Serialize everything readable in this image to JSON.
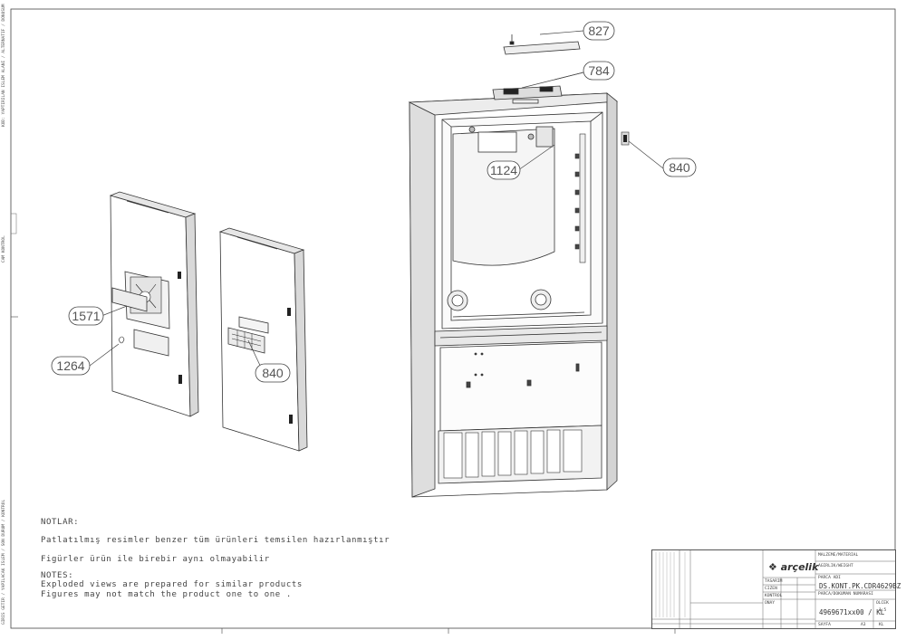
{
  "callouts": {
    "c827": "827",
    "c784": "784",
    "c1124": "1124",
    "c840a": "840",
    "c1571": "1571",
    "c1264": "1264",
    "c840b": "840"
  },
  "side_notes": {
    "top": "KOD: YAPTIRILAN ISLEM ALANI / ALTERNATIF / DONUSUM",
    "mid": "CAM KONTROL",
    "bottom": "GIRIS GETIR / YAPILACAK ISLEM / SON DURUM / KONTROL"
  },
  "notes": {
    "heading_tr": "NOTLAR:",
    "line1_tr": "Patlatılmış  resimler benzer tüm ürünleri temsilen  hazırlanmıştır",
    "line2_tr": "Figürler ürün ile birebir aynı olmayabilir",
    "heading_en": "NOTES:",
    "line1_en": "Exploded views are prepared for similar products",
    "line2_en": "Figures  may not match the product one to one ."
  },
  "title_block": {
    "brand": "arçelik",
    "material_label": "MALZEME/MATERIAL",
    "mass_label": "AGIRLIK/WEIGHT",
    "name_label": "PARCA ADI",
    "name_value": "DS.KONT.PK.CDR4629BZ",
    "number_label": "PARCA/DOKUMAN NUMARASI",
    "number_value": "4969671xx00 / KL",
    "sheet_label": "SAYFA",
    "scale_label": "OLCEK",
    "scale_value": "1:5",
    "size_value": "A3",
    "revision_value": "KL",
    "row_labels": [
      "TASARIM",
      "CIZEN",
      "KONTROL",
      "ONAY"
    ]
  }
}
